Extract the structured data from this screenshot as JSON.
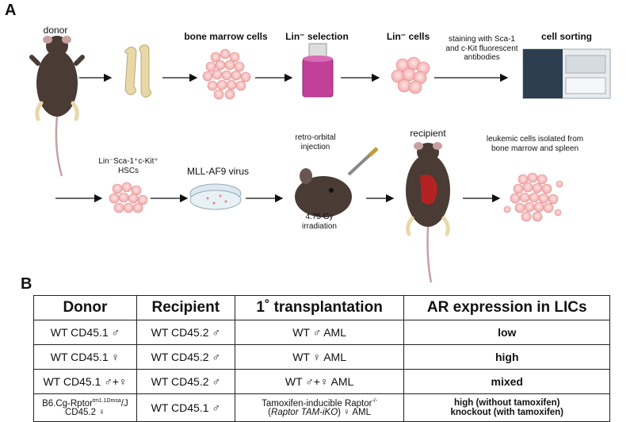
{
  "panels": {
    "a": "A",
    "b": "B"
  },
  "flow": {
    "donor": "donor",
    "bone_marrow_cells": "bone marrow cells",
    "lin_selection": "Lin⁻ selection",
    "lin_cells": "Lin⁻ cells",
    "staining": "staining with Sca-1 and c-Kit fluorescent antibodies",
    "cell_sorting": "cell sorting",
    "hscs_line1": "Lin⁻Sca-1⁺c-Kit⁺",
    "hscs_line2": "HSCs",
    "virus": "MLL-AF9 virus",
    "injection": "retro-orbital injection",
    "irradiation_dose": "4.75 Gy",
    "irradiation_word": "irradiation",
    "recipient": "recipient",
    "leukemic": "leukemic cells isolated from bone marrow and spleen"
  },
  "table": {
    "headers": [
      "Donor",
      "Recipient",
      "1˚ transplantation",
      "AR expression in LICs"
    ],
    "rows": [
      {
        "donor": "WT CD45.1 ♂",
        "recipient": "WT CD45.2 ♂",
        "transplant": "WT ♂ AML",
        "ar": "low"
      },
      {
        "donor": "WT CD45.1 ♀",
        "recipient": "WT CD45.2 ♂",
        "transplant": "WT ♀ AML",
        "ar": "high"
      },
      {
        "donor": "WT CD45.1 ♂+♀",
        "recipient": "WT CD45.2 ♂",
        "transplant": "WT ♂+♀ AML",
        "ar": "mixed"
      }
    ],
    "last_row": {
      "donor_line1": "B6.Cg-Rptor",
      "donor_sup": "tm1.1Dmsa",
      "donor_line1_end": "/J",
      "donor_line2": "CD45.2 ♀",
      "recipient": "WT CD45.1 ♂",
      "transplant_line1": "Tamoxifen-inducible Raptor",
      "transplant_sup": "-/-",
      "transplant_line2_italic": "Raptor TAM-iKO",
      "transplant_line2_end": ") ♀ AML",
      "ar_line1": "high (without tamoxifen)",
      "ar_line2": "knockout (with tamoxifen)"
    }
  },
  "colors": {
    "mouse": "#4a3b35",
    "cell": "#f2a5a5",
    "column": "#c2409a",
    "sorter": "#2c3e50",
    "spleen": "#b22222"
  }
}
